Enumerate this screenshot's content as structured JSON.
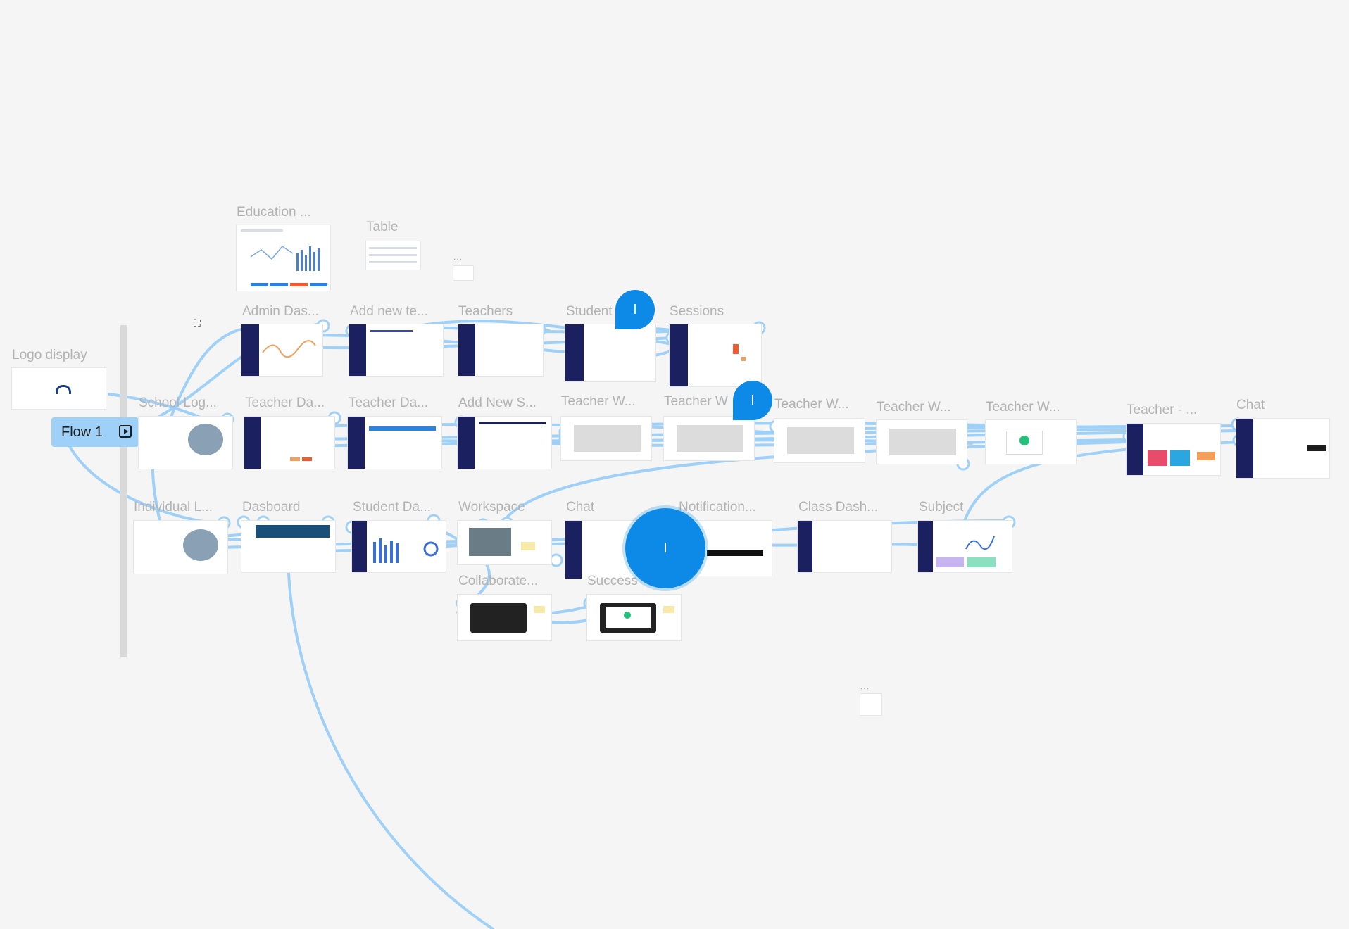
{
  "canvas": {
    "background": "#f5f5f5",
    "accent": "#9fd0f7",
    "marker_color": "#0d8ae8",
    "sidebar_color": "#1a2060"
  },
  "frames": {
    "education": "Education ...",
    "table": "Table",
    "admin_dashboard": "Admin Das...",
    "add_new_teacher": "Add new te...",
    "teachers": "Teachers",
    "students": "Student",
    "sessions": "Sessions",
    "logo_display": "Logo display",
    "school_login": "School Log...",
    "teacher_dashboard_1": "Teacher Da...",
    "teacher_dashboard_2": "Teacher Da...",
    "add_new_student": "Add New S...",
    "teacher_w_1": "Teacher W...",
    "teacher_w_2": "Teacher W",
    "teacher_w_3": "Teacher W...",
    "teacher_w_4": "Teacher W...",
    "teacher_w_5": "Teacher W...",
    "teacher_dash": "Teacher - ...",
    "chat_top": "Chat",
    "individual_login": "Individual L...",
    "dasboard": "Dasboard",
    "student_dashboard": "Student Da...",
    "workspace": "Workspace",
    "chat_mid": "Chat",
    "notification": "Notification...",
    "class_dashboard": "Class Dash...",
    "subject": "Subject",
    "collaborate": "Collaborate...",
    "success": "Success"
  },
  "flow": {
    "label": "Flow 1",
    "icon": "play-frame-icon"
  },
  "markers": [
    {
      "label": "I"
    },
    {
      "label": "I"
    },
    {
      "label": "I"
    }
  ],
  "ellipsis": "..."
}
